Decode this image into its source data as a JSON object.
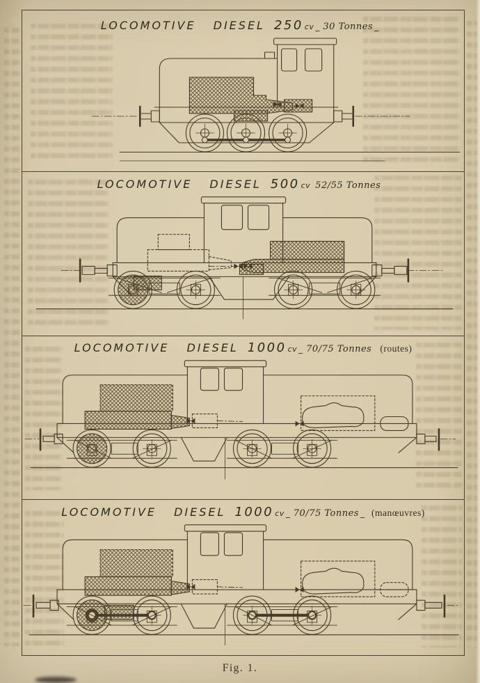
{
  "colors": {
    "paper": "#d8ccae",
    "drawing_ink": "#443a28",
    "frame_line": "#4c4230",
    "title_ink": "#2e2a1c",
    "bleed_text": "#7d673e"
  },
  "figure": {
    "caption": "Fig. 1."
  },
  "panels": [
    {
      "name": "locomotive-250cv",
      "title": {
        "main": "LOCOMOTIVE DIESEL",
        "power_value": "250",
        "power_unit": "cv",
        "sep": "_",
        "weight": "30 Tonnes",
        "weight_suffix": "_",
        "note": ""
      }
    },
    {
      "name": "locomotive-500cv",
      "title": {
        "main": "LOCOMOTIVE DIESEL",
        "power_value": "500",
        "power_unit": "cv",
        "sep": "",
        "weight": "52/55 Tonnes",
        "weight_suffix": "",
        "note": ""
      }
    },
    {
      "name": "locomotive-1000cv-routes",
      "title": {
        "main": "LOCOMOTIVE DIESEL",
        "power_value": "1000",
        "power_unit": "cv",
        "sep": "_",
        "weight": "70/75 Tonnes",
        "weight_suffix": "",
        "note": "(routes)"
      }
    },
    {
      "name": "locomotive-1000cv-manoeuvres",
      "title": {
        "main": "LOCOMOTIVE DIESEL",
        "power_value": "1000",
        "power_unit": "cv",
        "sep": "_",
        "weight": "70/75 Tonnes",
        "weight_suffix": "_",
        "note": "(manœuvres)"
      }
    }
  ]
}
